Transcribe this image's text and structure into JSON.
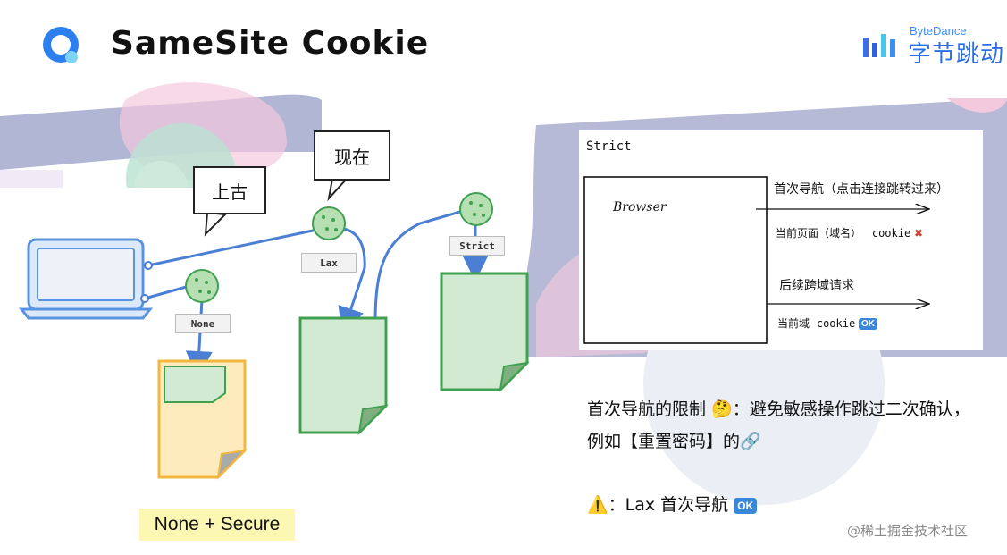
{
  "slide": {
    "title": "SameSite Cookie"
  },
  "brand": {
    "en": "ByteDance",
    "cn": "字节跳动"
  },
  "diagram": {
    "bubble_ancient": "上古",
    "bubble_now": "现在",
    "tag_lax": "Lax",
    "tag_none": "None",
    "tag_strict": "Strict",
    "none_secure": "None + Secure",
    "colors": {
      "green_fill": "#d3ead2",
      "green_stroke": "#3fa150",
      "yellow_fill": "#fdebbd",
      "yellow_stroke": "#f2b73f",
      "arrow_blue": "#4a7fd4",
      "laptop_fill": "#dce9fb",
      "laptop_stroke": "#5a93e0"
    }
  },
  "strict_panel": {
    "label": "Strict",
    "browser": "Browser",
    "first_nav": "首次导航（点击连接跳转过来）",
    "current_page": "当前页面（域名）",
    "cookie_1": "cookie",
    "subsequent": "后续跨域请求",
    "current_domain": "当前域",
    "cookie_2": "cookie",
    "ok": "OK"
  },
  "notes": {
    "line1": "首次导航的限制 🤔：避免敏感操作跳过二次确认，例如【重置密码】的🔗",
    "warn_prefix": "⚠️：Lax 首次导航",
    "ok": "OK"
  },
  "watermark": "@稀土掘金技术社区"
}
